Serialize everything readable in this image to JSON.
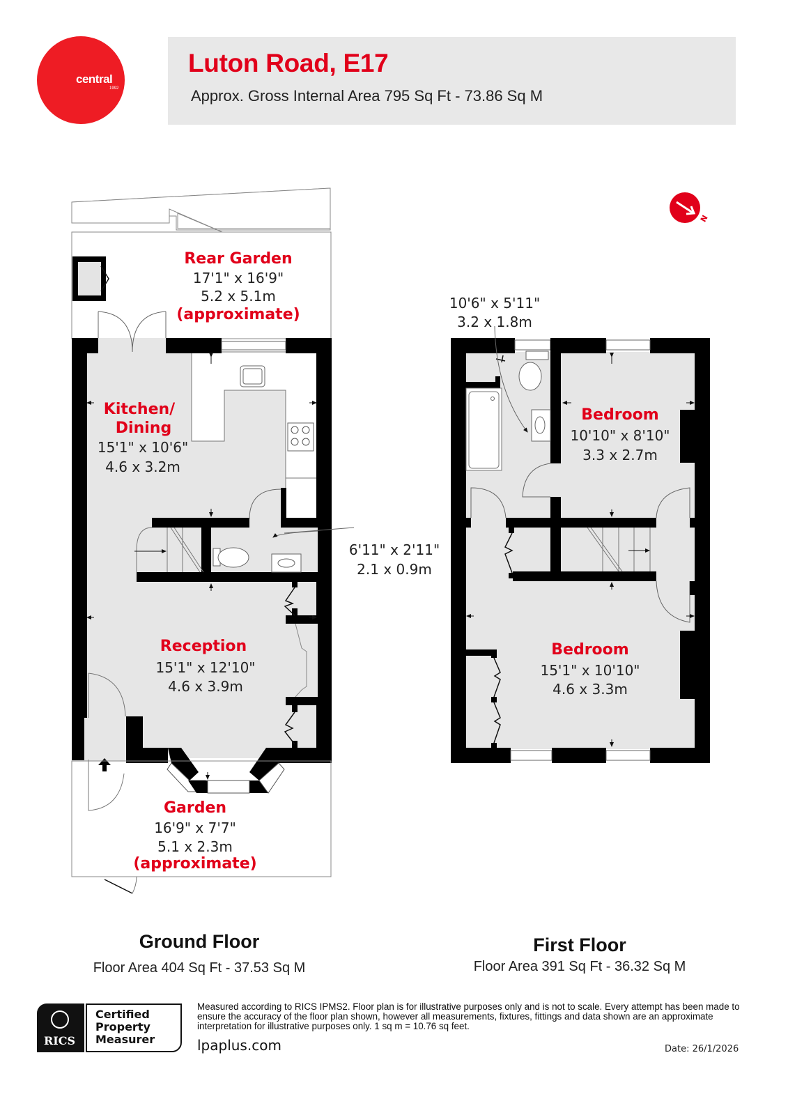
{
  "brand": {
    "name": "central",
    "year": "1992",
    "color": "#ee1c24"
  },
  "header": {
    "title": "Luton Road, E17",
    "subtitle": "Approx. Gross Internal Area 795 Sq Ft - 73.86 Sq M",
    "title_color": "#e1001a",
    "background": "#e8e8e8"
  },
  "compass": {
    "icon": "north-arrow-icon",
    "label": "N"
  },
  "ground_floor": {
    "title": "Ground Floor",
    "area": "Floor Area 404 Sq Ft - 37.53 Sq M",
    "rooms": [
      {
        "name": "Rear Garden",
        "imperial": "17'1\" x 16'9\"",
        "metric": "5.2 x 5.1m",
        "note": "(approximate)"
      },
      {
        "name": "Kitchen/",
        "name2": "Dining",
        "imperial": "15'1\" x 10'6\"",
        "metric": "4.6 x 3.2m"
      },
      {
        "name": "",
        "imperial": "6'11\" x 2'11\"",
        "metric": "2.1 x 0.9m"
      },
      {
        "name": "Reception",
        "imperial": "15'1\" x 12'10\"",
        "metric": "4.6 x 3.9m"
      },
      {
        "name": "Garden",
        "imperial": "16'9\" x 7'7\"",
        "metric": "5.1 x 2.3m",
        "note": "(approximate)"
      }
    ]
  },
  "first_floor": {
    "title": "First Floor",
    "area": "Floor Area 391 Sq Ft - 36.32 Sq M",
    "rooms": [
      {
        "name": "",
        "imperial": "10'6\" x 5'11\"",
        "metric": "3.2 x 1.8m"
      },
      {
        "name": "Bedroom",
        "imperial": "10'10\" x 8'10\"",
        "metric": "3.3 x 2.7m"
      },
      {
        "name": "Bedroom",
        "imperial": "15'1\" x 10'10\"",
        "metric": "4.6 x 3.3m"
      }
    ]
  },
  "footer": {
    "badge_brand": "RICS",
    "badge_line1": "Certified",
    "badge_line2": "Property",
    "badge_line3": "Measurer",
    "disclaimer": "Measured according to RICS IPMS2. Floor plan is for illustrative purposes only and is not to scale. Every attempt has been made to ensure the accuracy of the floor plan shown, however all measurements, fixtures, fittings and data shown are an approximate interpretation for illustrative purposes only. 1 sq m = 10.76 sq feet.",
    "website": "lpaplus.com",
    "date": "Date: 26/1/2026"
  }
}
